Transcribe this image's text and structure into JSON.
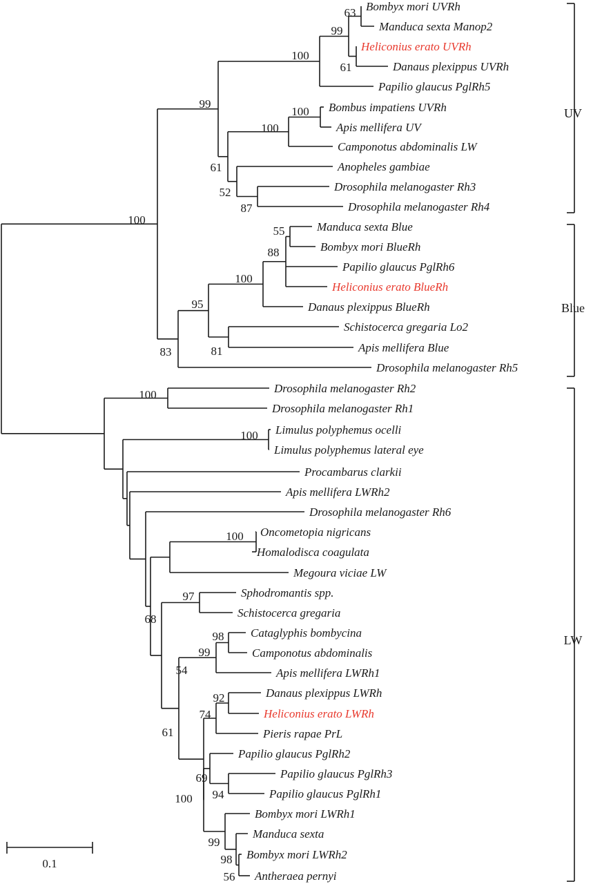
{
  "colors": {
    "branch": "#1a1a1a",
    "label": "#1a1a1a",
    "highlight": "#e8392d"
  },
  "scale_bar": {
    "label": "0.1"
  },
  "groups": [
    {
      "id": "uv",
      "label": "UV"
    },
    {
      "id": "blue",
      "label": "Blue"
    },
    {
      "id": "lw",
      "label": "LW"
    }
  ],
  "taxa": [
    {
      "id": "t01",
      "label": "Bombyx mori UVRh",
      "highlight": false
    },
    {
      "id": "t02",
      "label": "Manduca sexta Manop2",
      "highlight": false
    },
    {
      "id": "t03",
      "label": "Heliconius erato UVRh",
      "highlight": true
    },
    {
      "id": "t04",
      "label": "Danaus plexippus UVRh",
      "highlight": false
    },
    {
      "id": "t05",
      "label": "Papilio glaucus PglRh5",
      "highlight": false
    },
    {
      "id": "t06",
      "label": "Bombus impatiens UVRh",
      "highlight": false
    },
    {
      "id": "t07",
      "label": "Apis mellifera UV",
      "highlight": false
    },
    {
      "id": "t08",
      "label": "Camponotus abdominalis LW",
      "highlight": false
    },
    {
      "id": "t09",
      "label": "Anopheles gambiae",
      "highlight": false
    },
    {
      "id": "t10",
      "label": "Drosophila melanogaster Rh3",
      "highlight": false
    },
    {
      "id": "t11",
      "label": "Drosophila melanogaster Rh4",
      "highlight": false
    },
    {
      "id": "t12",
      "label": "Manduca sexta Blue",
      "highlight": false
    },
    {
      "id": "t13",
      "label": "Bombyx mori BlueRh",
      "highlight": false
    },
    {
      "id": "t14",
      "label": "Papilio glaucus PglRh6",
      "highlight": false
    },
    {
      "id": "t15",
      "label": "Heliconius erato BlueRh",
      "highlight": true
    },
    {
      "id": "t16",
      "label": "Danaus plexippus BlueRh",
      "highlight": false
    },
    {
      "id": "t17",
      "label": "Schistocerca gregaria Lo2",
      "highlight": false
    },
    {
      "id": "t18",
      "label": "Apis mellifera Blue",
      "highlight": false
    },
    {
      "id": "t19",
      "label": "Drosophila melanogaster Rh5",
      "highlight": false
    },
    {
      "id": "t20",
      "label": "Drosophila melanogaster Rh2",
      "highlight": false
    },
    {
      "id": "t21",
      "label": "Drosophila melanogaster Rh1",
      "highlight": false
    },
    {
      "id": "t22",
      "label": "Limulus polyphemus ocelli",
      "highlight": false
    },
    {
      "id": "t23",
      "label": "Limulus polyphemus lateral eye",
      "highlight": false
    },
    {
      "id": "t24",
      "label": "Procambarus clarkii",
      "highlight": false
    },
    {
      "id": "t25",
      "label": "Apis mellifera LWRh2",
      "highlight": false
    },
    {
      "id": "t26",
      "label": "Drosophila melanogaster Rh6",
      "highlight": false
    },
    {
      "id": "t27",
      "label": "Oncometopia nigricans",
      "highlight": false
    },
    {
      "id": "t28",
      "label": "Homalodisca coagulata",
      "highlight": false
    },
    {
      "id": "t29",
      "label": "Megoura viciae LW",
      "highlight": false
    },
    {
      "id": "t30",
      "label": "Sphodromantis spp.",
      "highlight": false
    },
    {
      "id": "t31",
      "label": "Schistocerca gregaria",
      "highlight": false
    },
    {
      "id": "t32",
      "label": "Cataglyphis bombycina",
      "highlight": false
    },
    {
      "id": "t33",
      "label": "Camponotus abdominalis",
      "highlight": false
    },
    {
      "id": "t34",
      "label": "Apis mellifera LWRh1",
      "highlight": false
    },
    {
      "id": "t35",
      "label": "Danaus plexippus LWRh",
      "highlight": false
    },
    {
      "id": "t36",
      "label": "Heliconius erato LWRh",
      "highlight": true
    },
    {
      "id": "t37",
      "label": "Pieris rapae PrL",
      "highlight": false
    },
    {
      "id": "t38",
      "label": "Papilio glaucus PglRh2",
      "highlight": false
    },
    {
      "id": "t39",
      "label": "Papilio glaucus PglRh3",
      "highlight": false
    },
    {
      "id": "t40",
      "label": "Papilio glaucus PglRh1",
      "highlight": false
    },
    {
      "id": "t41",
      "label": "Bombyx mori LWRh1",
      "highlight": false
    },
    {
      "id": "t42",
      "label": "Manduca sexta",
      "highlight": false
    },
    {
      "id": "t43",
      "label": "Bombyx mori LWRh2",
      "highlight": false
    },
    {
      "id": "t44",
      "label": "Antheraea pernyi",
      "highlight": false
    }
  ],
  "bootstrap": [
    {
      "id": "n_bm_ms",
      "value": "63"
    },
    {
      "id": "n_he_dp",
      "value": "61"
    },
    {
      "id": "n_lep4",
      "value": "99"
    },
    {
      "id": "n_lepuv",
      "value": "100"
    },
    {
      "id": "n_bi_am",
      "value": "100"
    },
    {
      "id": "n_hymuv",
      "value": "100"
    },
    {
      "id": "n_rh34",
      "value": "87"
    },
    {
      "id": "n_dip",
      "value": "52"
    },
    {
      "id": "n_nonlep",
      "value": "61"
    },
    {
      "id": "n_uv",
      "value": "99"
    },
    {
      "id": "n_ms_bm",
      "value": "55"
    },
    {
      "id": "n_lepblue",
      "value": "88"
    },
    {
      "id": "n_lepblue2",
      "value": "100"
    },
    {
      "id": "n_sg_am",
      "value": "81"
    },
    {
      "id": "n_blue95",
      "value": "95"
    },
    {
      "id": "n_blue",
      "value": "83"
    },
    {
      "id": "n_uvblue",
      "value": "100"
    },
    {
      "id": "n_rh12",
      "value": "100"
    },
    {
      "id": "n_limulus",
      "value": "100"
    },
    {
      "id": "n_on_hc",
      "value": "100"
    },
    {
      "id": "n_sph",
      "value": "97"
    },
    {
      "id": "n_cb_ca",
      "value": "98"
    },
    {
      "id": "n_hym",
      "value": "99"
    },
    {
      "id": "n_dp_he",
      "value": "92"
    },
    {
      "id": "n_pier",
      "value": "74"
    },
    {
      "id": "n_pg31",
      "value": "94"
    },
    {
      "id": "n_pap",
      "value": "69"
    },
    {
      "id": "n_bm_ap",
      "value": "56"
    },
    {
      "id": "n_bm_ms_ap",
      "value": "98"
    },
    {
      "id": "n_bomb",
      "value": "99"
    },
    {
      "id": "n_lepLW",
      "value": "100"
    },
    {
      "id": "n_holo",
      "value": "61"
    },
    {
      "id": "n_54",
      "value": "54"
    },
    {
      "id": "n_68",
      "value": "68"
    },
    {
      "id": "n_root",
      "value": "100"
    }
  ]
}
